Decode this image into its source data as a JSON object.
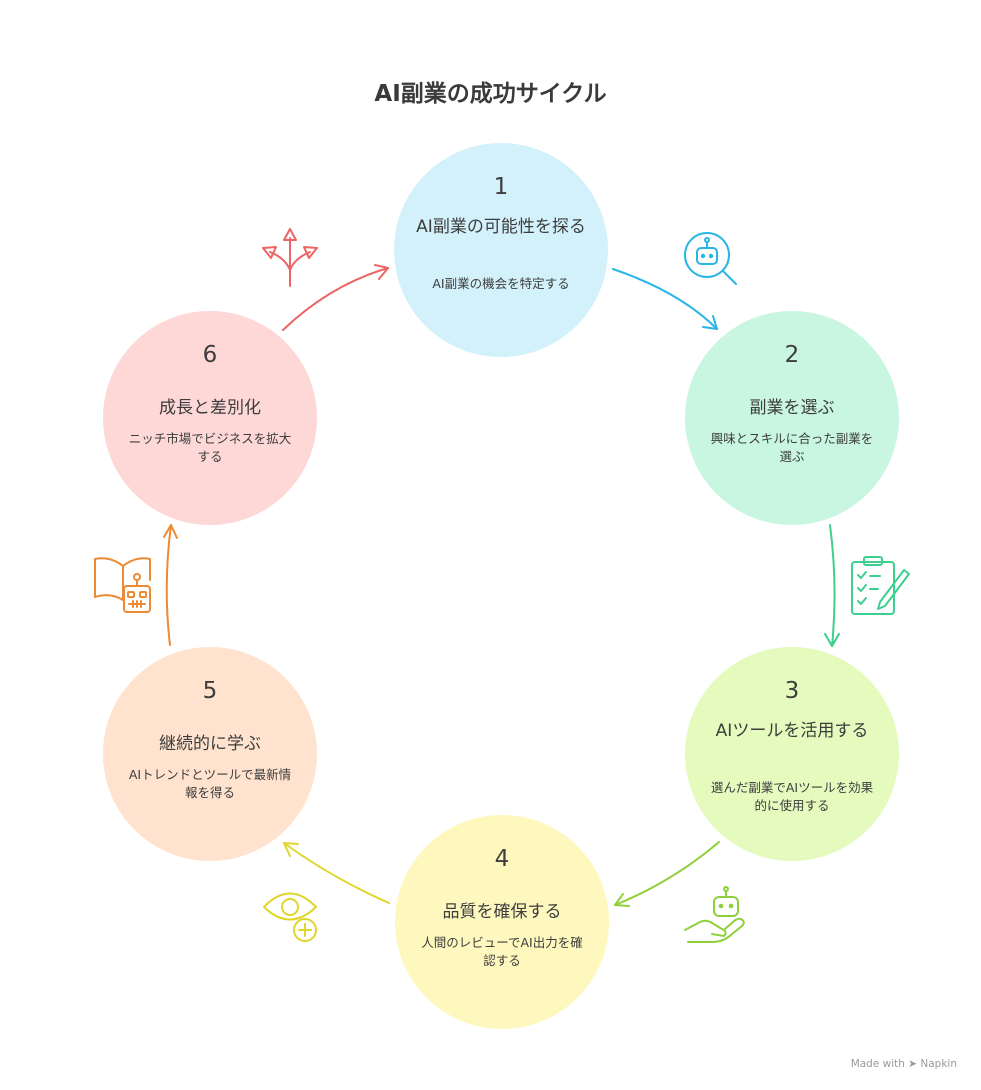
{
  "title": "AI副業の成功サイクル",
  "steps": [
    {
      "number": "1",
      "title": "AI副業の可能性を探る",
      "description": "AI副業の機会を特定する",
      "color": "#d3f1fb",
      "accent": "#29b6e6",
      "icon": "robot-magnifier-icon"
    },
    {
      "number": "2",
      "title": "副業を選ぶ",
      "description": "興味とスキルに合った副業を選ぶ",
      "color": "#c8f6e1",
      "accent": "#3dcf8e",
      "icon": "clipboard-pencil-icon"
    },
    {
      "number": "3",
      "title": "AIツールを活用する",
      "description": "選んだ副業でAIツールを効果的に使用する",
      "color": "#e4fbbd",
      "accent": "#8fcf3c",
      "icon": "robot-hand-icon"
    },
    {
      "number": "4",
      "title": "品質を確保する",
      "description": "人間のレビューでAI出力を確認する",
      "color": "#fef8be",
      "accent": "#e0d62a",
      "icon": "eye-plus-icon"
    },
    {
      "number": "5",
      "title": "継続的に学ぶ",
      "description": "AIトレンドとツールで最新情報を得る",
      "color": "#ffe3ce",
      "accent": "#ee8a33",
      "icon": "book-robot-icon"
    },
    {
      "number": "6",
      "title": "成長と差別化",
      "description": "ニッチ市場でビジネスを拡大する",
      "color": "#fed7d7",
      "accent": "#ec6464",
      "icon": "diverging-arrows-icon"
    }
  ],
  "credit": "Made with ➤ Napkin"
}
